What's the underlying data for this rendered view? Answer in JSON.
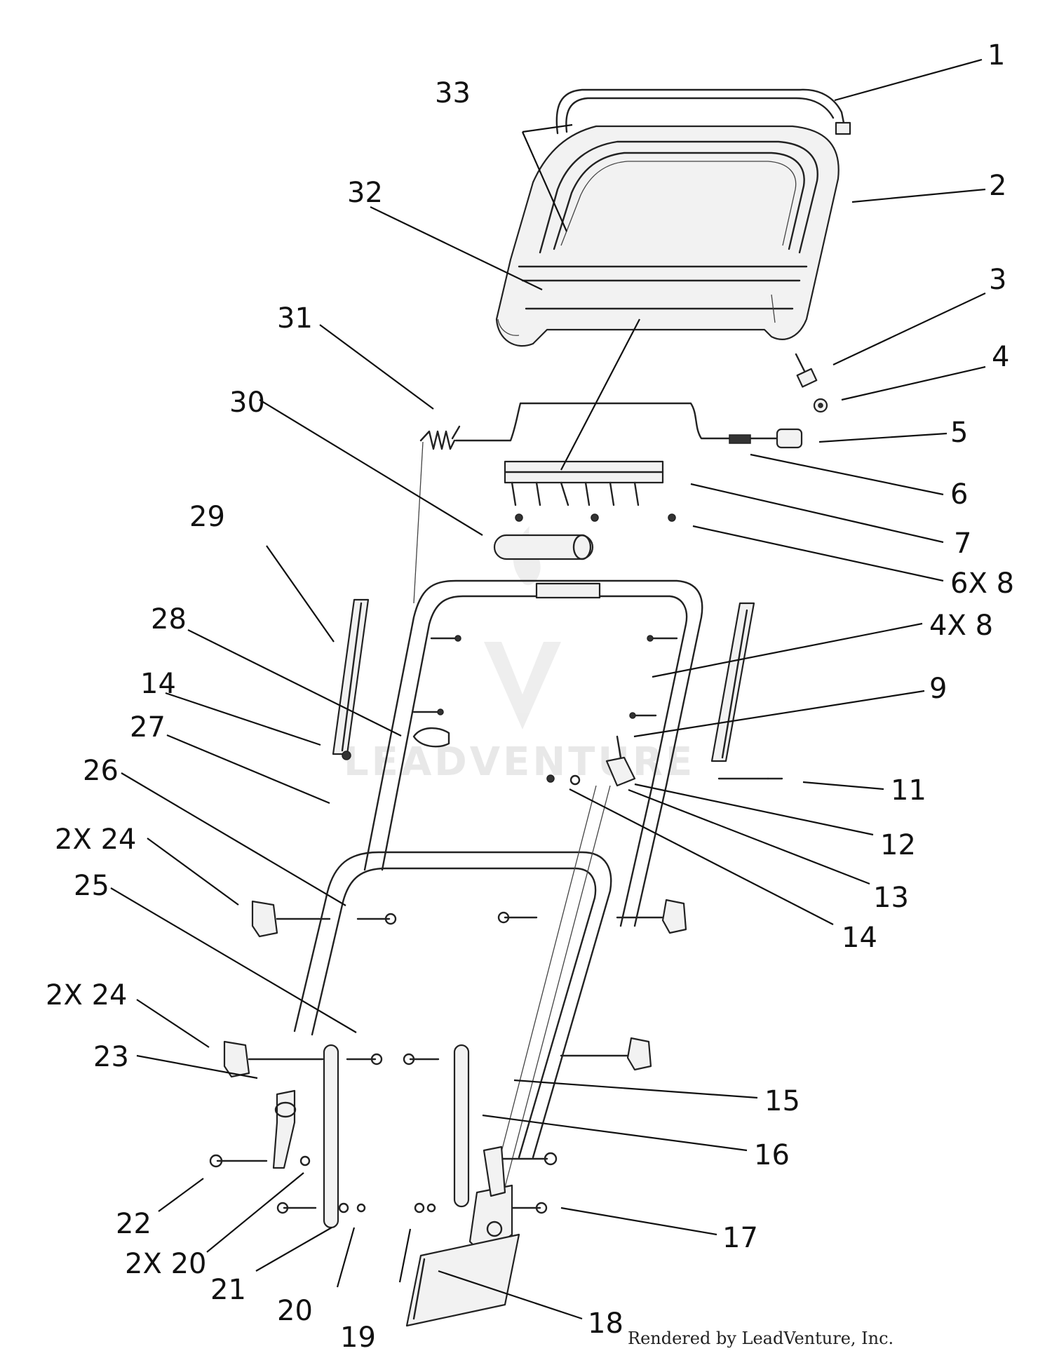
{
  "diagram": {
    "credit": "Rendered by LeadVenture, Inc.",
    "watermark": "LEADVENTURE",
    "callouts": [
      {
        "id": "c1",
        "label": "1"
      },
      {
        "id": "c2",
        "label": "2"
      },
      {
        "id": "c3",
        "label": "3"
      },
      {
        "id": "c4",
        "label": "4"
      },
      {
        "id": "c5",
        "label": "5"
      },
      {
        "id": "c6",
        "label": "6"
      },
      {
        "id": "c7",
        "label": "7"
      },
      {
        "id": "c6x8",
        "label": "6X 8"
      },
      {
        "id": "c4x8",
        "label": "4X 8"
      },
      {
        "id": "c9",
        "label": "9"
      },
      {
        "id": "c11",
        "label": "11"
      },
      {
        "id": "c12",
        "label": "12"
      },
      {
        "id": "c13",
        "label": "13"
      },
      {
        "id": "c14b",
        "label": "14"
      },
      {
        "id": "c15",
        "label": "15"
      },
      {
        "id": "c16",
        "label": "16"
      },
      {
        "id": "c17",
        "label": "17"
      },
      {
        "id": "c18",
        "label": "18"
      },
      {
        "id": "c19",
        "label": "19"
      },
      {
        "id": "c20",
        "label": "20"
      },
      {
        "id": "c21",
        "label": "21"
      },
      {
        "id": "c2x20",
        "label": "2X 20"
      },
      {
        "id": "c22",
        "label": "22"
      },
      {
        "id": "c23",
        "label": "23"
      },
      {
        "id": "c2x24b",
        "label": "2X 24"
      },
      {
        "id": "c25",
        "label": "25"
      },
      {
        "id": "c2x24a",
        "label": "2X 24"
      },
      {
        "id": "c26",
        "label": "26"
      },
      {
        "id": "c27",
        "label": "27"
      },
      {
        "id": "c14a",
        "label": "14"
      },
      {
        "id": "c28",
        "label": "28"
      },
      {
        "id": "c29",
        "label": "29"
      },
      {
        "id": "c30",
        "label": "30"
      },
      {
        "id": "c31",
        "label": "31"
      },
      {
        "id": "c32",
        "label": "32"
      },
      {
        "id": "c33",
        "label": "33"
      }
    ]
  }
}
